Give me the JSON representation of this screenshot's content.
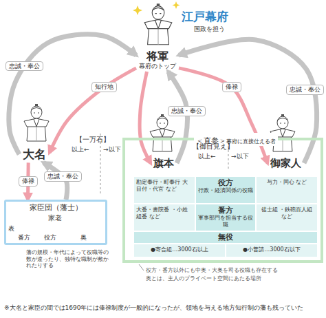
{
  "diagram": {
    "nodes": [
      {
        "text": [
          "将軍",
          "幕府のトップ"
        ]
      },
      {
        "text": [
          "大名"
        ]
      },
      {
        "text": [
          "家臣団（藩士）"
        ]
      },
      {
        "text": [
          "＜直参＞",
          "幕府に直接仕える者"
        ]
      },
      {
        "text": [
          "旗本"
        ],
        "in": 3
      },
      {
        "text": [
          "御家人"
        ],
        "in": 3
      },
      {
        "text": [
          "勘定奉行・町奉行 大目付・代官 など"
        ],
        "in": 3
      },
      {
        "text": [
          "役方",
          "行政・経済関係の役職"
        ],
        "in": 3
      },
      {
        "text": [
          "与力・同心 など"
        ],
        "in": 3
      },
      {
        "text": [
          "大番・書院番 ・小姓組番 など"
        ],
        "in": 3
      },
      {
        "text": [
          "番方",
          "軍事部門を担当する役職"
        ],
        "in": 3
      },
      {
        "text": [
          "徒士組 ・鉄砲百人組 など"
        ],
        "in": 3
      },
      {
        "text": [
          "無役"
        ],
        "in": 3
      },
      {
        "text": [
          "●寄合組…3000石以上"
        ],
        "in": 3
      },
      {
        "text": [
          "●小普請…3000石以下"
        ],
        "in": 3
      }
    ],
    "edges": [
      {
        "from": 1,
        "to": 0,
        "label": "忠誠・奉公",
        "arrow": "to"
      },
      {
        "from": 0,
        "to": 1,
        "label": "知行地",
        "arrow": "to"
      },
      {
        "from": 4,
        "to": 0,
        "label": "忠誠・奉公",
        "arrow": "to"
      },
      {
        "from": 0,
        "to": 4,
        "arrow": "to"
      },
      {
        "from": 5,
        "to": 0,
        "label": "忠誠・奉公",
        "arrow": "to"
      },
      {
        "from": 0,
        "to": 5,
        "label": "俸禄",
        "arrow": "to"
      },
      {
        "from": 1,
        "to": 2,
        "label": "俸禄",
        "arrow": "to"
      },
      {
        "from": 2,
        "to": 1,
        "label": "忠誠・奉公",
        "arrow": "to"
      }
    ],
    "labels": [
      "江戸幕府",
      "国政を担う",
      "【一万石】",
      "以上←",
      "→以下",
      "【御目見え】",
      "以上←",
      "→以下",
      "家老",
      "表",
      "番方",
      "役方",
      "奥",
      "藩の規模・年代によって役職等の数が違ったり、独特な職制が敷かれたりする",
      "役方・番方以外にも中奥・大奥を司る役職も存在する",
      "奥とは、主人のプライベート空間にあたる場所",
      "※大名と家臣の間では1690年には俸禄制度が一般的になったが、領地を与える地方知行制の藩も残っていた"
    ]
  }
}
